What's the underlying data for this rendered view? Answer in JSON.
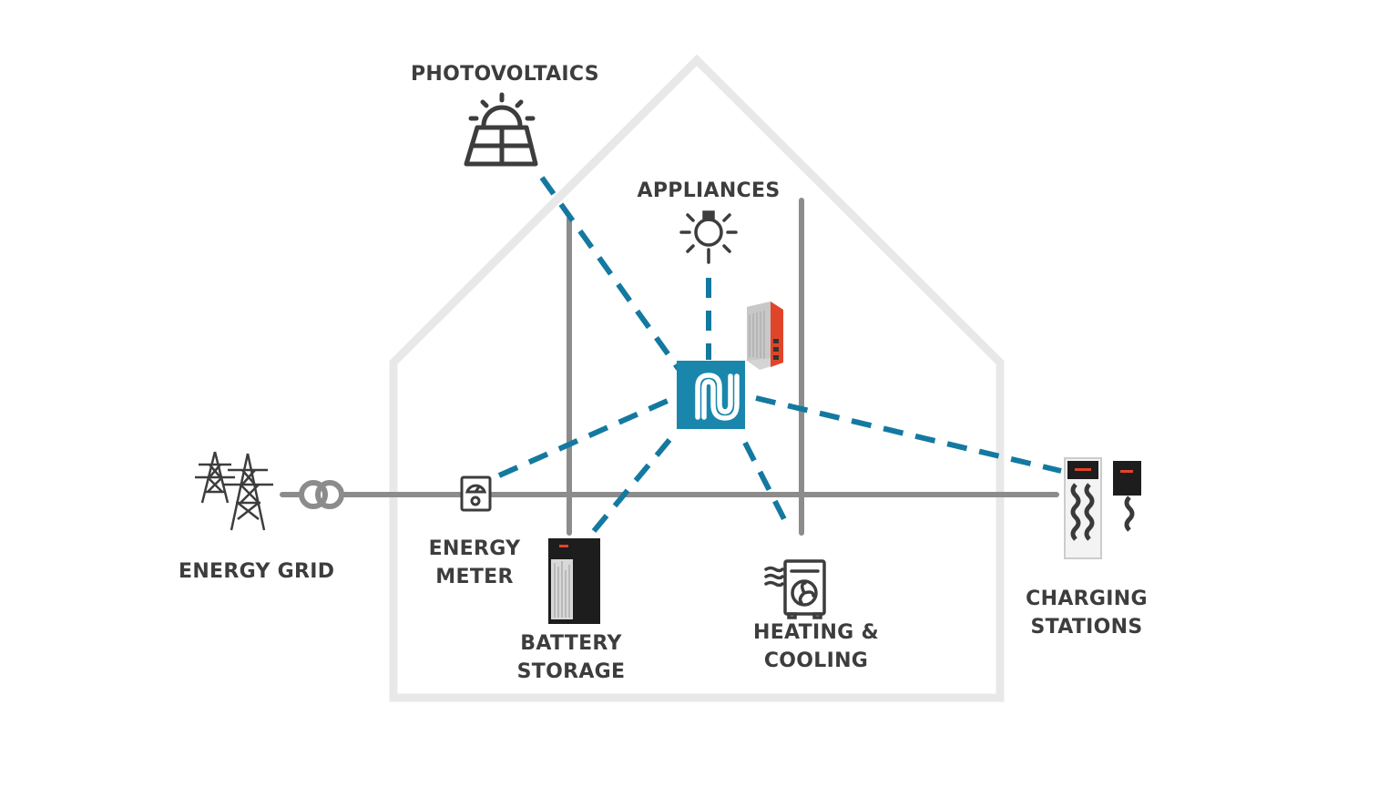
{
  "labels": {
    "photovoltaics": "PHOTOVOLTAICS",
    "appliances": "APPLIANCES",
    "energy_grid": "ENERGY GRID",
    "energy_meter": [
      "ENERGY",
      "METER"
    ],
    "battery_storage": [
      "BATTERY",
      "STORAGE"
    ],
    "heating_cooling": [
      "HEATING &",
      "COOLING"
    ],
    "charging_stations": [
      "CHARGING",
      "STATIONS"
    ]
  },
  "colors": {
    "house_outline": "#e8e8e8",
    "power_line": "#8c8c8c",
    "data_link": "#1479a0",
    "hub": "#1a86ac",
    "icon": "#3d3d3d",
    "label": "#3d3d3d",
    "device_accent": "#e0452a"
  },
  "icons": {
    "photovoltaics": "solar-panel-icon",
    "appliances": "light-bulb-icon",
    "energy_grid": "power-pylon-icon",
    "transformer": "transformer-icon",
    "energy_meter": "energy-meter-icon",
    "heating_cooling": "hvac-unit-icon",
    "hub": "energy-hub-logo-icon",
    "gateway": "gateway-device-icon",
    "battery": "battery-cabinet-icon",
    "charger": "ev-charger-icon"
  }
}
